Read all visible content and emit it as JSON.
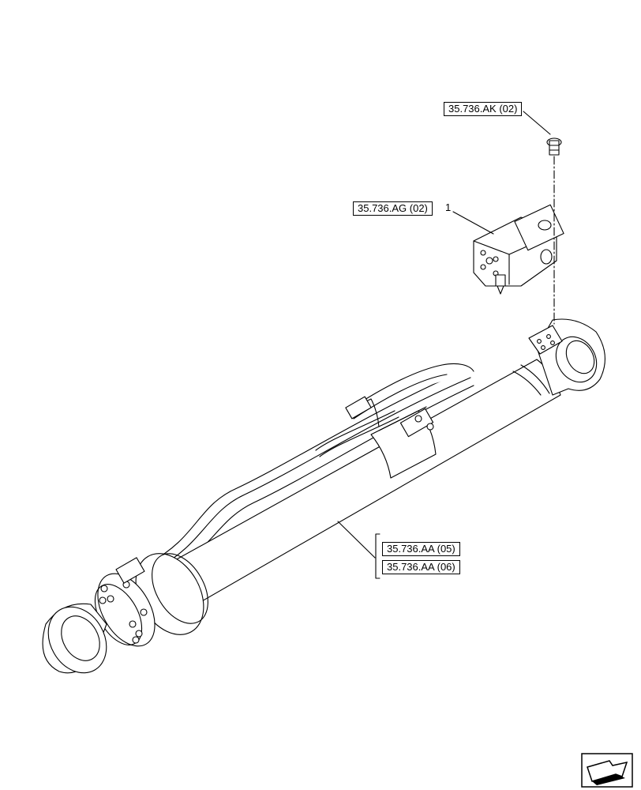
{
  "refs": {
    "bolt": "35.736.AK (02)",
    "valve": "35.736.AG (02)",
    "cylinder_1": "35.736.AA (05)",
    "cylinder_2": "35.736.AA (06)"
  },
  "callouts": {
    "valve_item": "1"
  },
  "icons": {
    "nav": "next-page-arrow-icon"
  }
}
